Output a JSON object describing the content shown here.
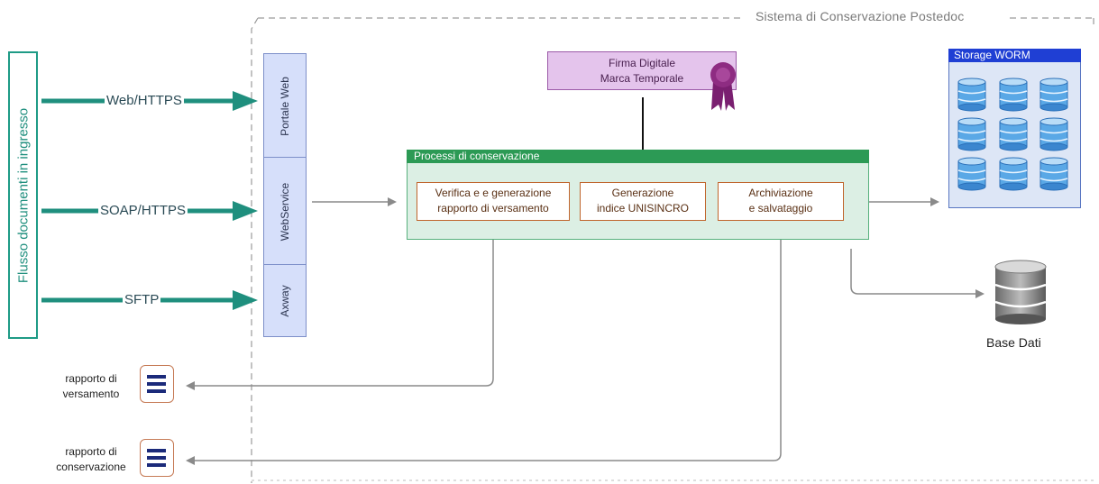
{
  "system": {
    "title": "Sistema di Conservazione Postedoc"
  },
  "incoming": {
    "label": "Flusso documenti in ingresso",
    "flows": [
      {
        "label": "Web/HTTPS"
      },
      {
        "label": "SOAP/HTTPS"
      },
      {
        "label": "SFTP"
      }
    ]
  },
  "channels": [
    {
      "label": "Portale Web"
    },
    {
      "label": "WebService"
    },
    {
      "label": "Axway"
    }
  ],
  "signature": {
    "line1": "Firma Digitale",
    "line2": "Marca Temporale"
  },
  "process": {
    "title": "Processi di conservazione",
    "steps": [
      {
        "line1": "Verifica e e generazione",
        "line2": "rapporto di versamento"
      },
      {
        "line1": "Generazione",
        "line2": "indice UNISINCRO"
      },
      {
        "line1": "Archiviazione",
        "line2": "e salvataggio"
      }
    ]
  },
  "storage": {
    "title": "Storage WORM"
  },
  "database": {
    "label": "Base Dati"
  },
  "reports": [
    {
      "line1": "rapporto di",
      "line2": "versamento"
    },
    {
      "line1": "rapporto di",
      "line2": "conservazione"
    }
  ],
  "colors": {
    "teal": "#1f8f7e",
    "process_header": "#2c9a55",
    "storage_header": "#1f3fd4",
    "signature_fill": "#e4c4ec",
    "step_border": "#c0652c",
    "channel_fill": "#d6dffa",
    "connector": "#9a9a9a"
  },
  "icons": {
    "seal": "seal-ribbon-icon",
    "cylinder": "database-cylinder-icon",
    "doc": "document-lines-icon"
  }
}
